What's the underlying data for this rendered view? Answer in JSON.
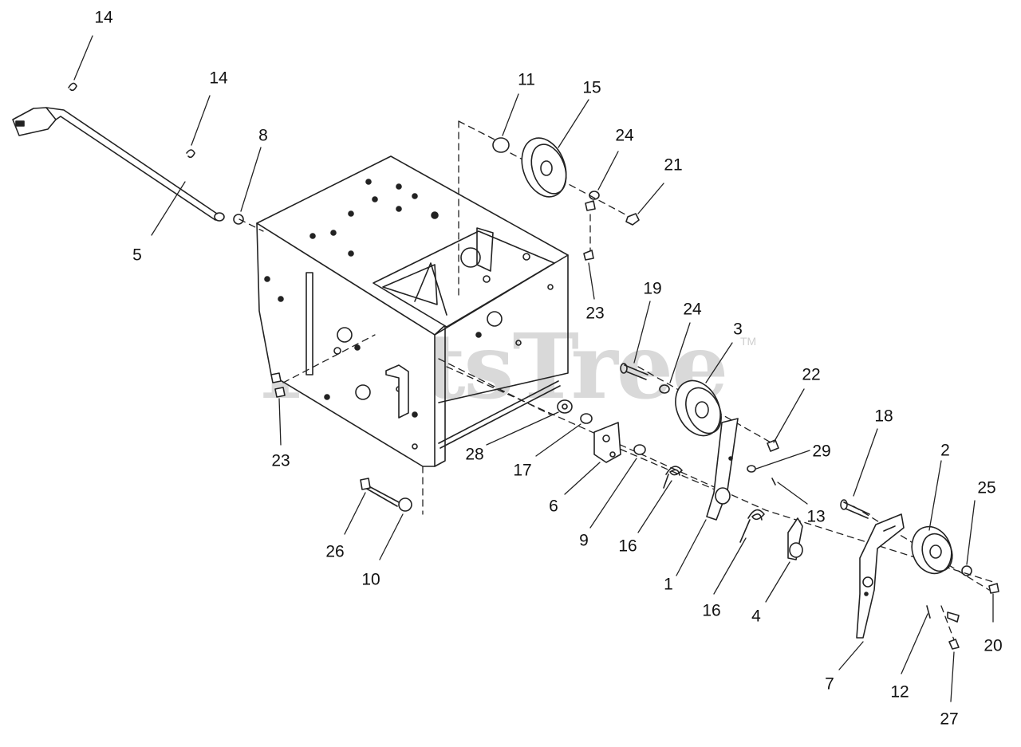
{
  "watermark": {
    "text": "PartsTree",
    "tm": "TM"
  },
  "part_labels": [
    "14",
    "14",
    "8",
    "5",
    "11",
    "15",
    "24",
    "21",
    "23",
    "19",
    "24",
    "3",
    "22",
    "18",
    "2",
    "25",
    "29",
    "13",
    "23",
    "28",
    "17",
    "6",
    "9",
    "16",
    "1",
    "16",
    "4",
    "20",
    "7",
    "12",
    "27",
    "26",
    "10"
  ]
}
